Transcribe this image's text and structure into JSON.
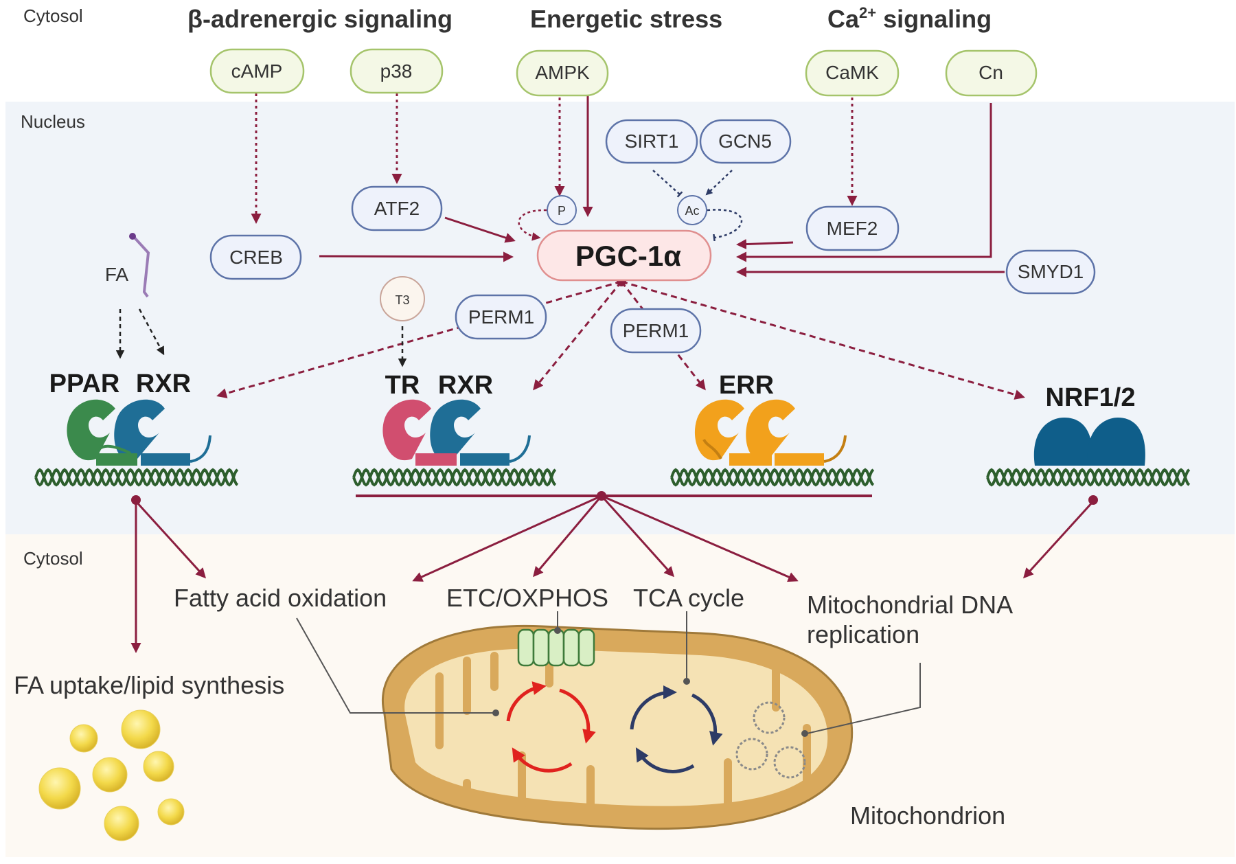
{
  "regions": {
    "cytosol_top": "Cytosol",
    "nucleus": "Nucleus",
    "cytosol_bottom": "Cytosol"
  },
  "headings": {
    "beta": "β-adrenergic signaling",
    "energetic": "Energetic stress",
    "calcium_prefix": "Ca",
    "calcium_sup": "2+",
    "calcium_suffix": " signaling"
  },
  "kinases": {
    "camp": "cAMP",
    "p38": "p38",
    "ampk": "AMPK",
    "camk": "CaMK",
    "cn": "Cn"
  },
  "factors": {
    "creb": "CREB",
    "atf2": "ATF2",
    "sirt1": "SIRT1",
    "gcn5": "GCN5",
    "mef2": "MEF2",
    "smyd1": "SMYD1",
    "perm1_left": "PERM1",
    "perm1_right": "PERM1"
  },
  "modifications": {
    "p": "P",
    "ac": "Ac"
  },
  "pgc": "PGC-1α",
  "ligands": {
    "fa": "FA",
    "t3": "T3"
  },
  "transcription_factors": {
    "ppar": "PPAR",
    "rxr1": "RXR",
    "tr": "TR",
    "rxr2": "RXR",
    "err": "ERR",
    "nrf": "NRF1/2"
  },
  "outcomes": {
    "fao": "Fatty acid oxidation",
    "etc": "ETC/OXPHOS",
    "tca": "TCA cycle",
    "mtdna_line1": "Mitochondrial DNA",
    "mtdna_line2": "replication",
    "fa_uptake": "FA uptake/lipid synthesis",
    "mitochondrion": "Mitochondrion"
  },
  "colors": {
    "arrow": "#8b1e3f",
    "kinase_fill": "#f4f8e6",
    "kinase_stroke": "#a5c46b",
    "factor_fill": "#eef2fb",
    "factor_stroke": "#5d73a8",
    "pgc_fill": "#fde7e7",
    "pgc_stroke": "#e08f8f",
    "nucleus_bg": "#f0f4f9",
    "cytosol_bg": "#fdf9f3",
    "ppar": "#3b8a4c",
    "rxr": "#1f6e96",
    "tr": "#d14e6f",
    "err": "#f2a11c",
    "nrf": "#0f5e8a",
    "dna": "#2d5e2d",
    "mito_outer": "#d9a95c",
    "mito_inner": "#f5e2b4",
    "droplet": "#f3d94a"
  },
  "icons": [
    "dna-helix-icon",
    "mitochondrion-icon",
    "lipid-droplet-icon",
    "cycle-arrow-icon",
    "membrane-complex-icon"
  ]
}
